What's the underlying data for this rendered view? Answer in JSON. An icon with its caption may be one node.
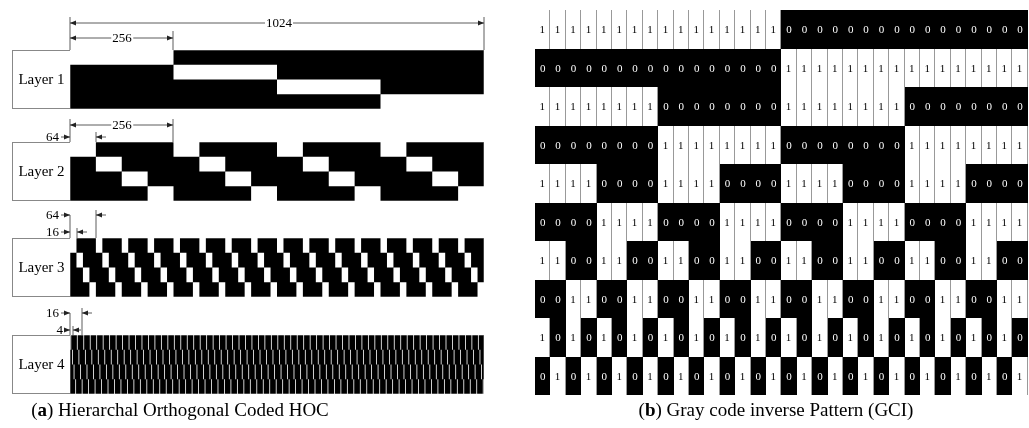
{
  "diagram": {
    "nodes": [
      {
        "text": [
          "Layer 1"
        ]
      },
      {
        "text": [
          "Layer 2"
        ]
      },
      {
        "text": [
          "Layer 3"
        ]
      },
      {
        "text": [
          "Layer 4"
        ]
      }
    ],
    "labels": [
      "1024",
      "256",
      "256",
      "64",
      "64",
      "16",
      "16",
      "4",
      "1",
      "1",
      "1",
      "1",
      "1",
      "1",
      "1",
      "1",
      "1",
      "1",
      "1",
      "1",
      "1",
      "1",
      "1",
      "1",
      "0",
      "0",
      "0",
      "0",
      "0",
      "0",
      "0",
      "0",
      "0",
      "0",
      "0",
      "0",
      "0",
      "0",
      "0",
      "0",
      "0",
      "0",
      "0",
      "0",
      "0",
      "0",
      "0",
      "0",
      "0",
      "0",
      "0",
      "0",
      "0",
      "0",
      "0",
      "0",
      "1",
      "1",
      "1",
      "1",
      "1",
      "1",
      "1",
      "1",
      "1",
      "1",
      "1",
      "1",
      "1",
      "1",
      "1",
      "1",
      "1",
      "1",
      "1",
      "1",
      "1",
      "1",
      "1",
      "1",
      "0",
      "0",
      "0",
      "0",
      "0",
      "0",
      "0",
      "0",
      "1",
      "1",
      "1",
      "1",
      "1",
      "1",
      "1",
      "1",
      "0",
      "0",
      "0",
      "0",
      "0",
      "0",
      "0",
      "0",
      "0",
      "0",
      "0",
      "0",
      "0",
      "0",
      "0",
      "0",
      "1",
      "1",
      "1",
      "1",
      "1",
      "1",
      "1",
      "1",
      "0",
      "0",
      "0",
      "0",
      "0",
      "0",
      "0",
      "0",
      "1",
      "1",
      "1",
      "1",
      "1",
      "1",
      "1",
      "1",
      "1",
      "1",
      "1",
      "1",
      "0",
      "0",
      "0",
      "0",
      "1",
      "1",
      "1",
      "1",
      "0",
      "0",
      "0",
      "0",
      "1",
      "1",
      "1",
      "1",
      "0",
      "0",
      "0",
      "0",
      "1",
      "1",
      "1",
      "1",
      "0",
      "0",
      "0",
      "0",
      "0",
      "0",
      "0",
      "0",
      "1",
      "1",
      "1",
      "1",
      "0",
      "0",
      "0",
      "0",
      "1",
      "1",
      "1",
      "1",
      "0",
      "0",
      "0",
      "0",
      "1",
      "1",
      "1",
      "1",
      "0",
      "0",
      "0",
      "0",
      "1",
      "1",
      "1",
      "1",
      "1",
      "1",
      "0",
      "0",
      "1",
      "1",
      "0",
      "0",
      "1",
      "1",
      "0",
      "0",
      "1",
      "1",
      "0",
      "0",
      "1",
      "1",
      "0",
      "0",
      "1",
      "1",
      "0",
      "0",
      "1",
      "1",
      "0",
      "0",
      "1",
      "1",
      "0",
      "0",
      "0",
      "0",
      "1",
      "1",
      "0",
      "0",
      "1",
      "1",
      "0",
      "0",
      "1",
      "1",
      "0",
      "0",
      "1",
      "1",
      "0",
      "0",
      "1",
      "1",
      "0",
      "0",
      "1",
      "1",
      "0",
      "0",
      "1",
      "1",
      "0",
      "0",
      "1",
      "1",
      "1",
      "0",
      "1",
      "0",
      "1",
      "0",
      "1",
      "0",
      "1",
      "0",
      "1",
      "0",
      "1",
      "0",
      "1",
      "0",
      "1",
      "0",
      "1",
      "0",
      "1",
      "0",
      "1",
      "0",
      "1",
      "0",
      "1",
      "0",
      "1",
      "0",
      "1",
      "0",
      "0",
      "1",
      "0",
      "1",
      "0",
      "1",
      "0",
      "1",
      "0",
      "1",
      "0",
      "1",
      "0",
      "1",
      "0",
      "1",
      "0",
      "1",
      "0",
      "1",
      "0",
      "1",
      "0",
      "1",
      "0",
      "1",
      "0",
      "1",
      "0",
      "1",
      "0",
      "1",
      "(**a**) Hierarchal Orthogonal Coded HOC",
      "(**b**) Gray code inverse Pattern (GCI)"
    ]
  }
}
